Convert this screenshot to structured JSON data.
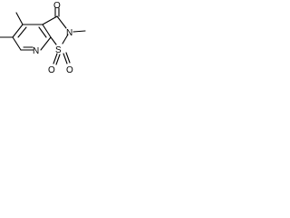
{
  "molecule": {
    "atoms": {
      "ring_nitrogen": "N",
      "isothiazole_nitrogen": "N",
      "sulfur": "S",
      "carbonyl_oxygen": "O",
      "sulfonyl_oxygen_left": "O",
      "sulfonyl_oxygen_right": "O"
    }
  }
}
